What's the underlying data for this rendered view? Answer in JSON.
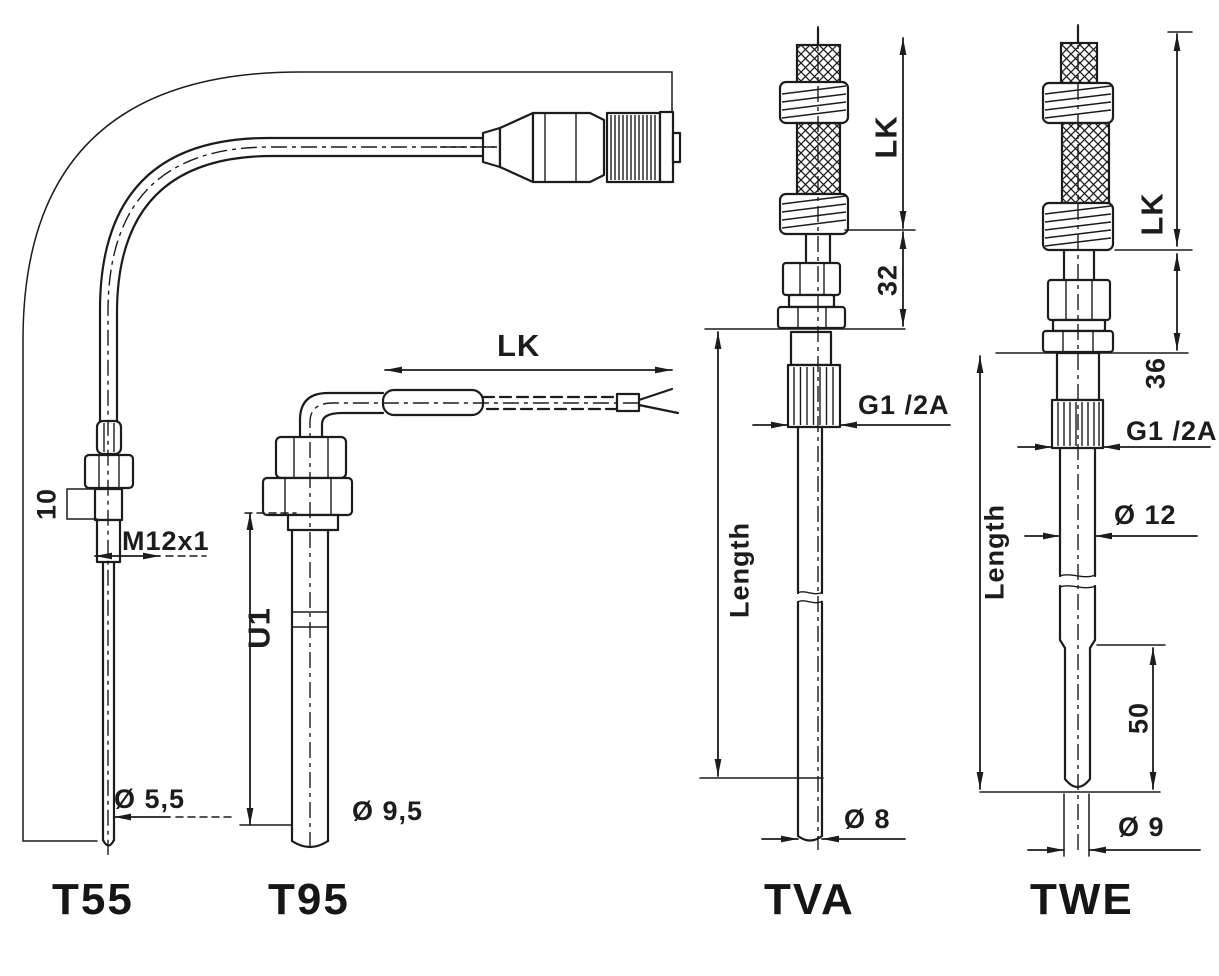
{
  "drawing": {
    "background": "#ffffff",
    "ink": "#1c1c1c",
    "variants": [
      {
        "name": "T55",
        "dims": {
          "neck_height": "10",
          "thread": "M12x1",
          "tip_diameter": "Ø 5,5"
        }
      },
      {
        "name": "T95",
        "dims": {
          "cable_length": "LK",
          "immersion_length": "U1",
          "tip_diameter": "Ø 9,5"
        }
      },
      {
        "name": "TVA",
        "dims": {
          "cable_length": "LK",
          "hex_offset": "32",
          "thread": "G1 /2A",
          "length": "Length",
          "tip_diameter": "Ø 8"
        }
      },
      {
        "name": "TWE",
        "dims": {
          "cable_length": "LK",
          "hex_offset": "36",
          "thread": "G1 /2A",
          "shaft_diameter": "Ø 12",
          "length": "Length",
          "tip_length": "50",
          "tip_diameter": "Ø 9"
        }
      }
    ]
  }
}
